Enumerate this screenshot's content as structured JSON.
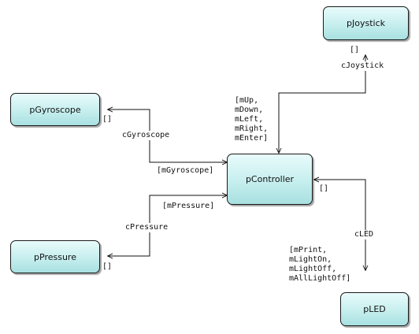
{
  "nodes": {
    "joystick": "pJoystick",
    "gyroscope": "pGyroscope",
    "controller": "pController",
    "pressure": "pPressure",
    "led": "pLED"
  },
  "channels": {
    "joystick": "cJoystick",
    "gyroscope": "cGyroscope",
    "pressure": "cPressure",
    "led": "cLED"
  },
  "messages": {
    "joystick_to_controller": "[mUp,\nmDown,\nmLeft,\nmRight,\nmEnter]",
    "joystick_reply": "[]",
    "gyroscope_to_controller": "[mGyroscope]",
    "gyroscope_reply": "[]",
    "pressure_to_controller": "[mPressure]",
    "pressure_reply": "[]",
    "controller_to_led": "[mPrint,\nmLightOn,\nmLightOff,\nmAllLightOff]",
    "controller_reply": "[]"
  }
}
